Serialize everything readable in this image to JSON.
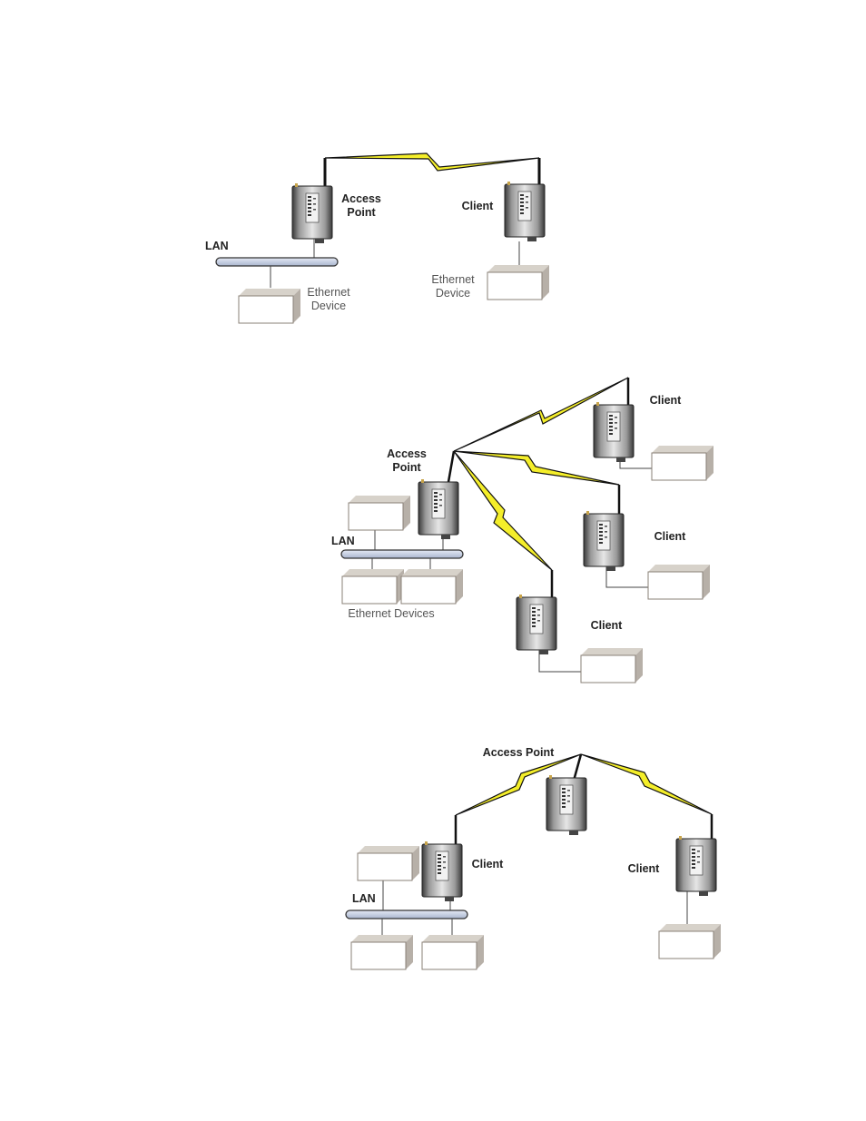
{
  "diagrams": [
    {
      "labels": {
        "access_point_line1": "Access",
        "access_point_line2": "Point",
        "client": "Client",
        "lan": "LAN",
        "ethernet_device_left_line1": "Ethernet",
        "ethernet_device_left_line2": "Device",
        "ethernet_device_right_line1": "Ethernet",
        "ethernet_device_right_line2": "Device"
      }
    },
    {
      "labels": {
        "access_point_line1": "Access",
        "access_point_line2": "Point",
        "lan": "LAN",
        "ethernet_devices": "Ethernet Devices",
        "client_1": "Client",
        "client_2": "Client",
        "client_3": "Client"
      }
    },
    {
      "labels": {
        "access_point": "Access Point",
        "client_left": "Client",
        "client_right": "Client",
        "lan": "LAN"
      }
    }
  ],
  "colors": {
    "lightning": "#f4ee2a",
    "lan_bar": "#c9d3e6",
    "device_box_top": "#d5d0c8",
    "device_box_front": "#ffffff",
    "device_box_side": "#b9b2aa"
  }
}
